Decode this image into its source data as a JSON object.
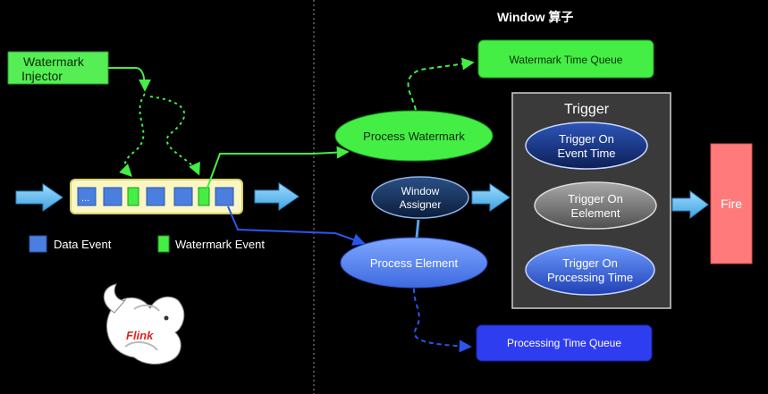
{
  "window_label": "Window 算子",
  "watermark_injector": {
    "line1": "Watermark",
    "line2": "Injector"
  },
  "queue_ellipsis": "...",
  "legend": {
    "data_event": "Data Event",
    "watermark_event": "Watermark Event"
  },
  "logo_text": "Flink",
  "process_watermark": "Process Watermark",
  "process_element": "Process Element",
  "window_assigner": {
    "line1": "Window",
    "line2": "Assigner"
  },
  "watermark_time_queue": "Watermark Time Queue",
  "processing_time_queue": "Processing Time Queue",
  "trigger": {
    "title": "Trigger",
    "event_time": {
      "line1": "Trigger On",
      "line2": "Event Time"
    },
    "element": {
      "line1": "Trigger On",
      "line2": "Eelement"
    },
    "processing_time": {
      "line1": "Trigger On",
      "line2": "Processing Time"
    }
  },
  "fire": "Fire",
  "colors": {
    "watermark_green": "#44ee44",
    "data_blue": "#4a7fe0",
    "trigger_box": "#3a3a3a",
    "fire_red": "#ff7b7b",
    "arrow_lightblue": "#6ec1ee"
  }
}
